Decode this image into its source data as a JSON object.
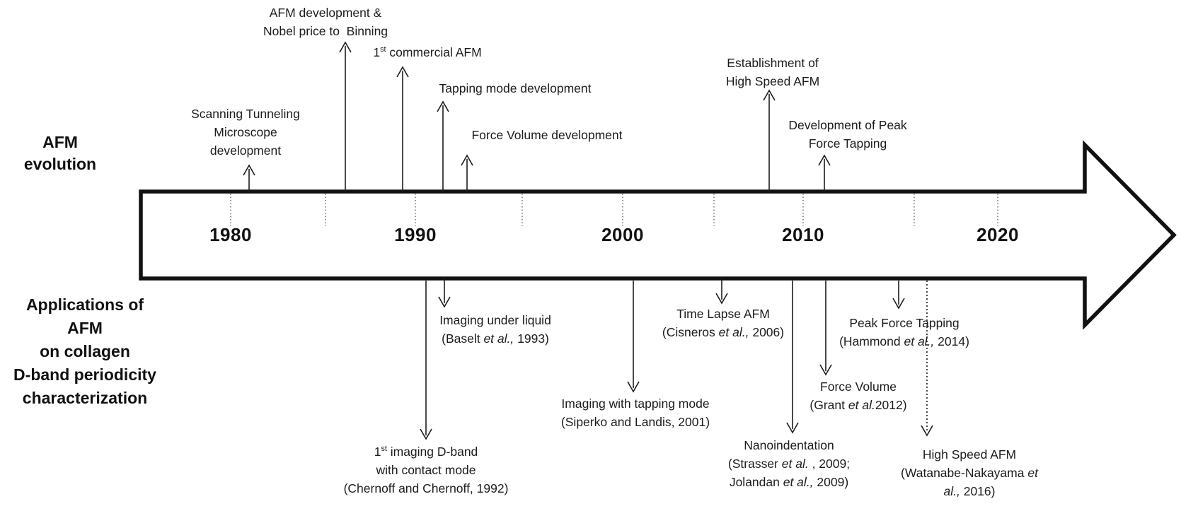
{
  "figure": {
    "description": "Timeline of AFM evolution (top) and applications of AFM on collagen D-band periodicity characterization (bottom)",
    "background_color": "#ffffff",
    "ink_color": "#1c1c1c"
  },
  "evolution": {
    "title_lines": [
      "AFM",
      "evolution"
    ],
    "items": [
      {
        "lines": [
          "Scanning Tunneling",
          "Microscope",
          "development"
        ]
      },
      {
        "lines": [
          "AFM development &",
          "Nobel price to  Binning"
        ]
      },
      {
        "lines": [
          "1^st^ commercial AFM"
        ]
      },
      {
        "lines": [
          "Tapping mode development"
        ]
      },
      {
        "lines": [
          "Force Volume development"
        ]
      },
      {
        "lines": [
          "Establishment of",
          "High Speed AFM"
        ]
      },
      {
        "lines": [
          "Development of Peak",
          "Force Tapping"
        ]
      }
    ]
  },
  "applications": {
    "title_lines": [
      "Applications of",
      "AFM",
      "on collagen",
      "D-band periodicity",
      "characterization"
    ],
    "items": [
      {
        "lines": [
          "1^st^ imaging D-band",
          "with contact mode",
          "(Chernoff and Chernoff, 1992)"
        ]
      },
      {
        "lines": [
          "Imaging under liquid",
          "(Baselt *et al.,* 1993)"
        ]
      },
      {
        "lines": [
          "Imaging with tapping mode",
          "(Siperko and Landis, 2001)"
        ]
      },
      {
        "lines": [
          "Time Lapse AFM",
          "(Cisneros *et al.,* 2006)"
        ]
      },
      {
        "lines": [
          "Nanoindentation",
          "(Strasser *et al.* , 2009;",
          "Jolandan *et al.,* 2009)"
        ]
      },
      {
        "lines": [
          "Force Volume",
          "(Grant *et al.*2012)"
        ]
      },
      {
        "lines": [
          "Peak Force Tapping",
          "(Hammond *et al.,* 2014)"
        ]
      },
      {
        "lines": [
          "High Speed AFM",
          "(Watanabe-Nakayama *et*",
          "*al.,* 2016)"
        ]
      }
    ]
  },
  "timeline": {
    "year_labels": [
      "1980",
      "1990",
      "2000",
      "2010",
      "2020"
    ],
    "tick_style": "dotted",
    "arrow_direction": "right"
  }
}
